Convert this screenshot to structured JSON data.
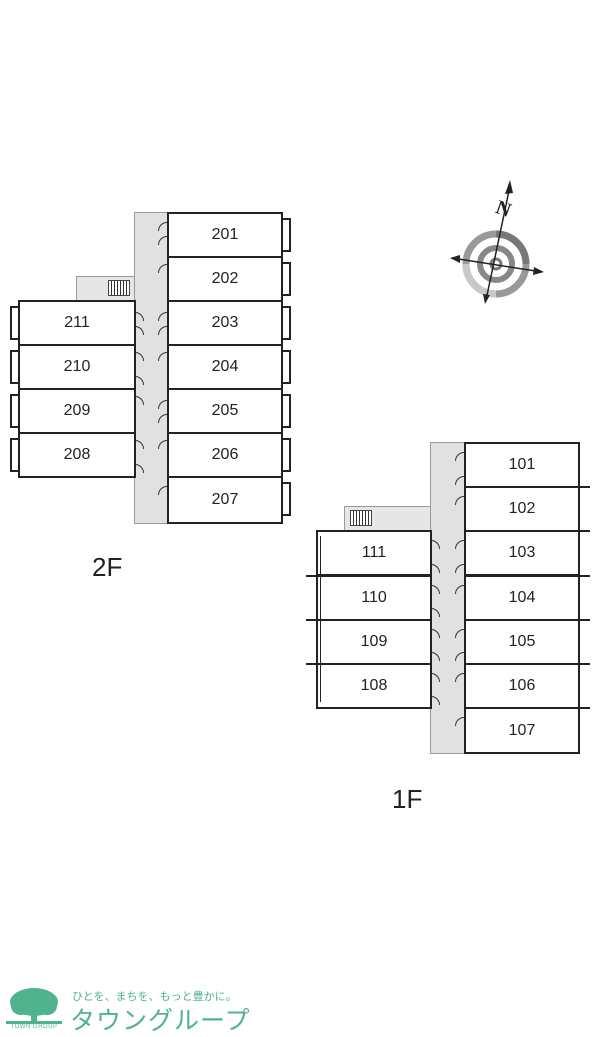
{
  "floor2": {
    "label": "2F",
    "right_units": [
      "201",
      "202",
      "203",
      "204",
      "205",
      "206",
      "207"
    ],
    "left_units": [
      "211",
      "210",
      "209",
      "208"
    ]
  },
  "floor1": {
    "label": "1F",
    "right_units": [
      "101",
      "102",
      "103",
      "104",
      "105",
      "106",
      "107"
    ],
    "left_units": [
      "111",
      "110",
      "109",
      "108"
    ]
  },
  "compass": {
    "north_label": "N"
  },
  "footer": {
    "tagline": "ひとを、まちを、もっと豊かに。",
    "brand": "タウングループ",
    "logo_text": "TOWN GROUP",
    "brand_color": "#4fb38d"
  }
}
